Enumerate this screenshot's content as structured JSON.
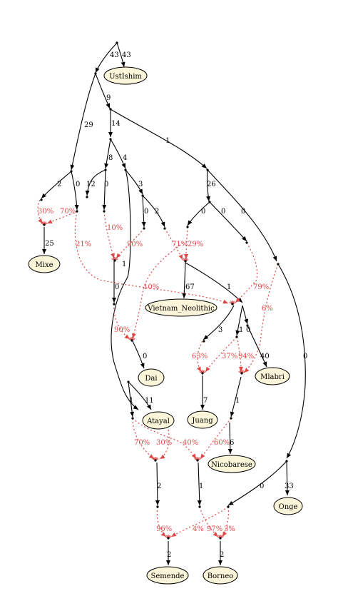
{
  "colors": {
    "leaf_fill": "#fbf6d9",
    "admix": "#e04848",
    "edge": "#000000",
    "node": "#000000"
  },
  "leaves": {
    "ustishim": "UstIshim",
    "mixe": "Mixe",
    "vietnam": "Vietnam_Neolithic",
    "dai": "Dai",
    "mlabri": "Mlabri",
    "atayal": "Atayal",
    "juang": "Juang",
    "nicobarese": "Nicobarese",
    "onge": "Onge",
    "semende": "Semende",
    "borneo": "Borneo"
  },
  "edge_labels": {
    "root_left": "43",
    "root_ustishim": "43",
    "n1_n2": "9",
    "n1_n3": "29",
    "n2_n4": "14",
    "n2_n5": "1",
    "n4_n6": "8",
    "n4_n7": "4",
    "n3_a": "2",
    "n3_b": "0",
    "n6_a": "12",
    "n6_b": "0",
    "n7_a": "3",
    "n7_dai": "1",
    "n7b_a": "0",
    "n7b_b": "2",
    "n5_a": "26",
    "n5_b": "0",
    "n5a_a": "0",
    "n5a_b": "0",
    "mixe": "25",
    "vietnam": "67",
    "viet_1": "1",
    "dai_pre": "0",
    "dai": "0",
    "n8_a": "3",
    "n8_b": "1",
    "n8_c": "0",
    "mlabri": "40",
    "onge_long": "0",
    "atayal": "11",
    "atayal_a": "1",
    "juang": "7",
    "nic_1": "1",
    "nicobarese": "6",
    "onge": "33",
    "onge_0": "0",
    "semende_pre": "2",
    "borneo_pre": "1",
    "semende": "2",
    "borneo": "2"
  },
  "admix_labels": {
    "mixe_30": "30%",
    "mixe_70": "70%",
    "a_21": "21%",
    "a_10": "10%",
    "a_90": "90%",
    "a_71": "71%",
    "a_29": "29%",
    "a_10b": "10%",
    "a_79": "79%",
    "a_6": "6%",
    "dai_90": "90%",
    "juang_63": "63%",
    "juang_37": "37%",
    "m_94": "94%",
    "s_70": "70%",
    "s_30": "30%",
    "b_40": "40%",
    "b_60": "60%",
    "sem_96": "96%",
    "sem_4": "4%",
    "bor_97": "97%",
    "bor_3": "3%"
  }
}
